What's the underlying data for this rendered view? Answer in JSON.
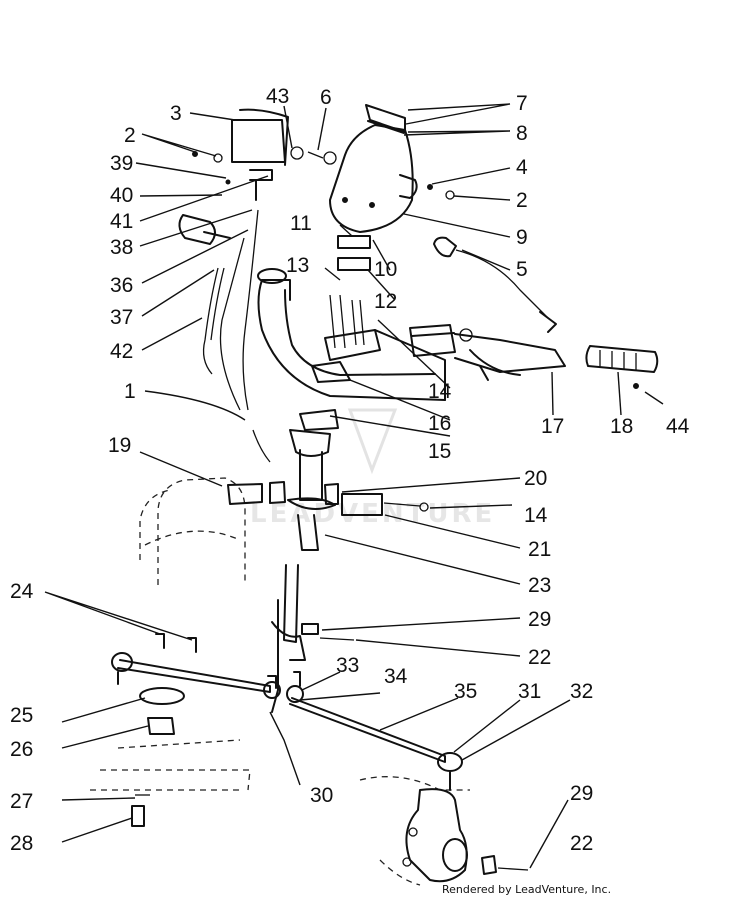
{
  "watermark": "LEADVENTURE",
  "footer": "Rendered by LeadVenture, Inc.",
  "callouts": {
    "c1": "1",
    "c2a": "2",
    "c2b": "2",
    "c3": "3",
    "c4": "4",
    "c5": "5",
    "c6": "6",
    "c7": "7",
    "c8": "8",
    "c9": "9",
    "c10": "10",
    "c11": "11",
    "c12": "12",
    "c13": "13",
    "c14a": "14",
    "c14b": "14",
    "c15": "15",
    "c16": "16",
    "c17": "17",
    "c18": "18",
    "c19": "19",
    "c20": "20",
    "c21": "21",
    "c22a": "22",
    "c22b": "22",
    "c23": "23",
    "c24": "24",
    "c25": "25",
    "c26": "26",
    "c27": "27",
    "c28": "28",
    "c29a": "29",
    "c29b": "29",
    "c30": "30",
    "c31": "31",
    "c32": "32",
    "c33": "33",
    "c34": "34",
    "c35": "35",
    "c36": "36",
    "c37": "37",
    "c38": "38",
    "c39": "39",
    "c40": "40",
    "c41": "41",
    "c42": "42",
    "c43": "43",
    "c44": "44"
  }
}
